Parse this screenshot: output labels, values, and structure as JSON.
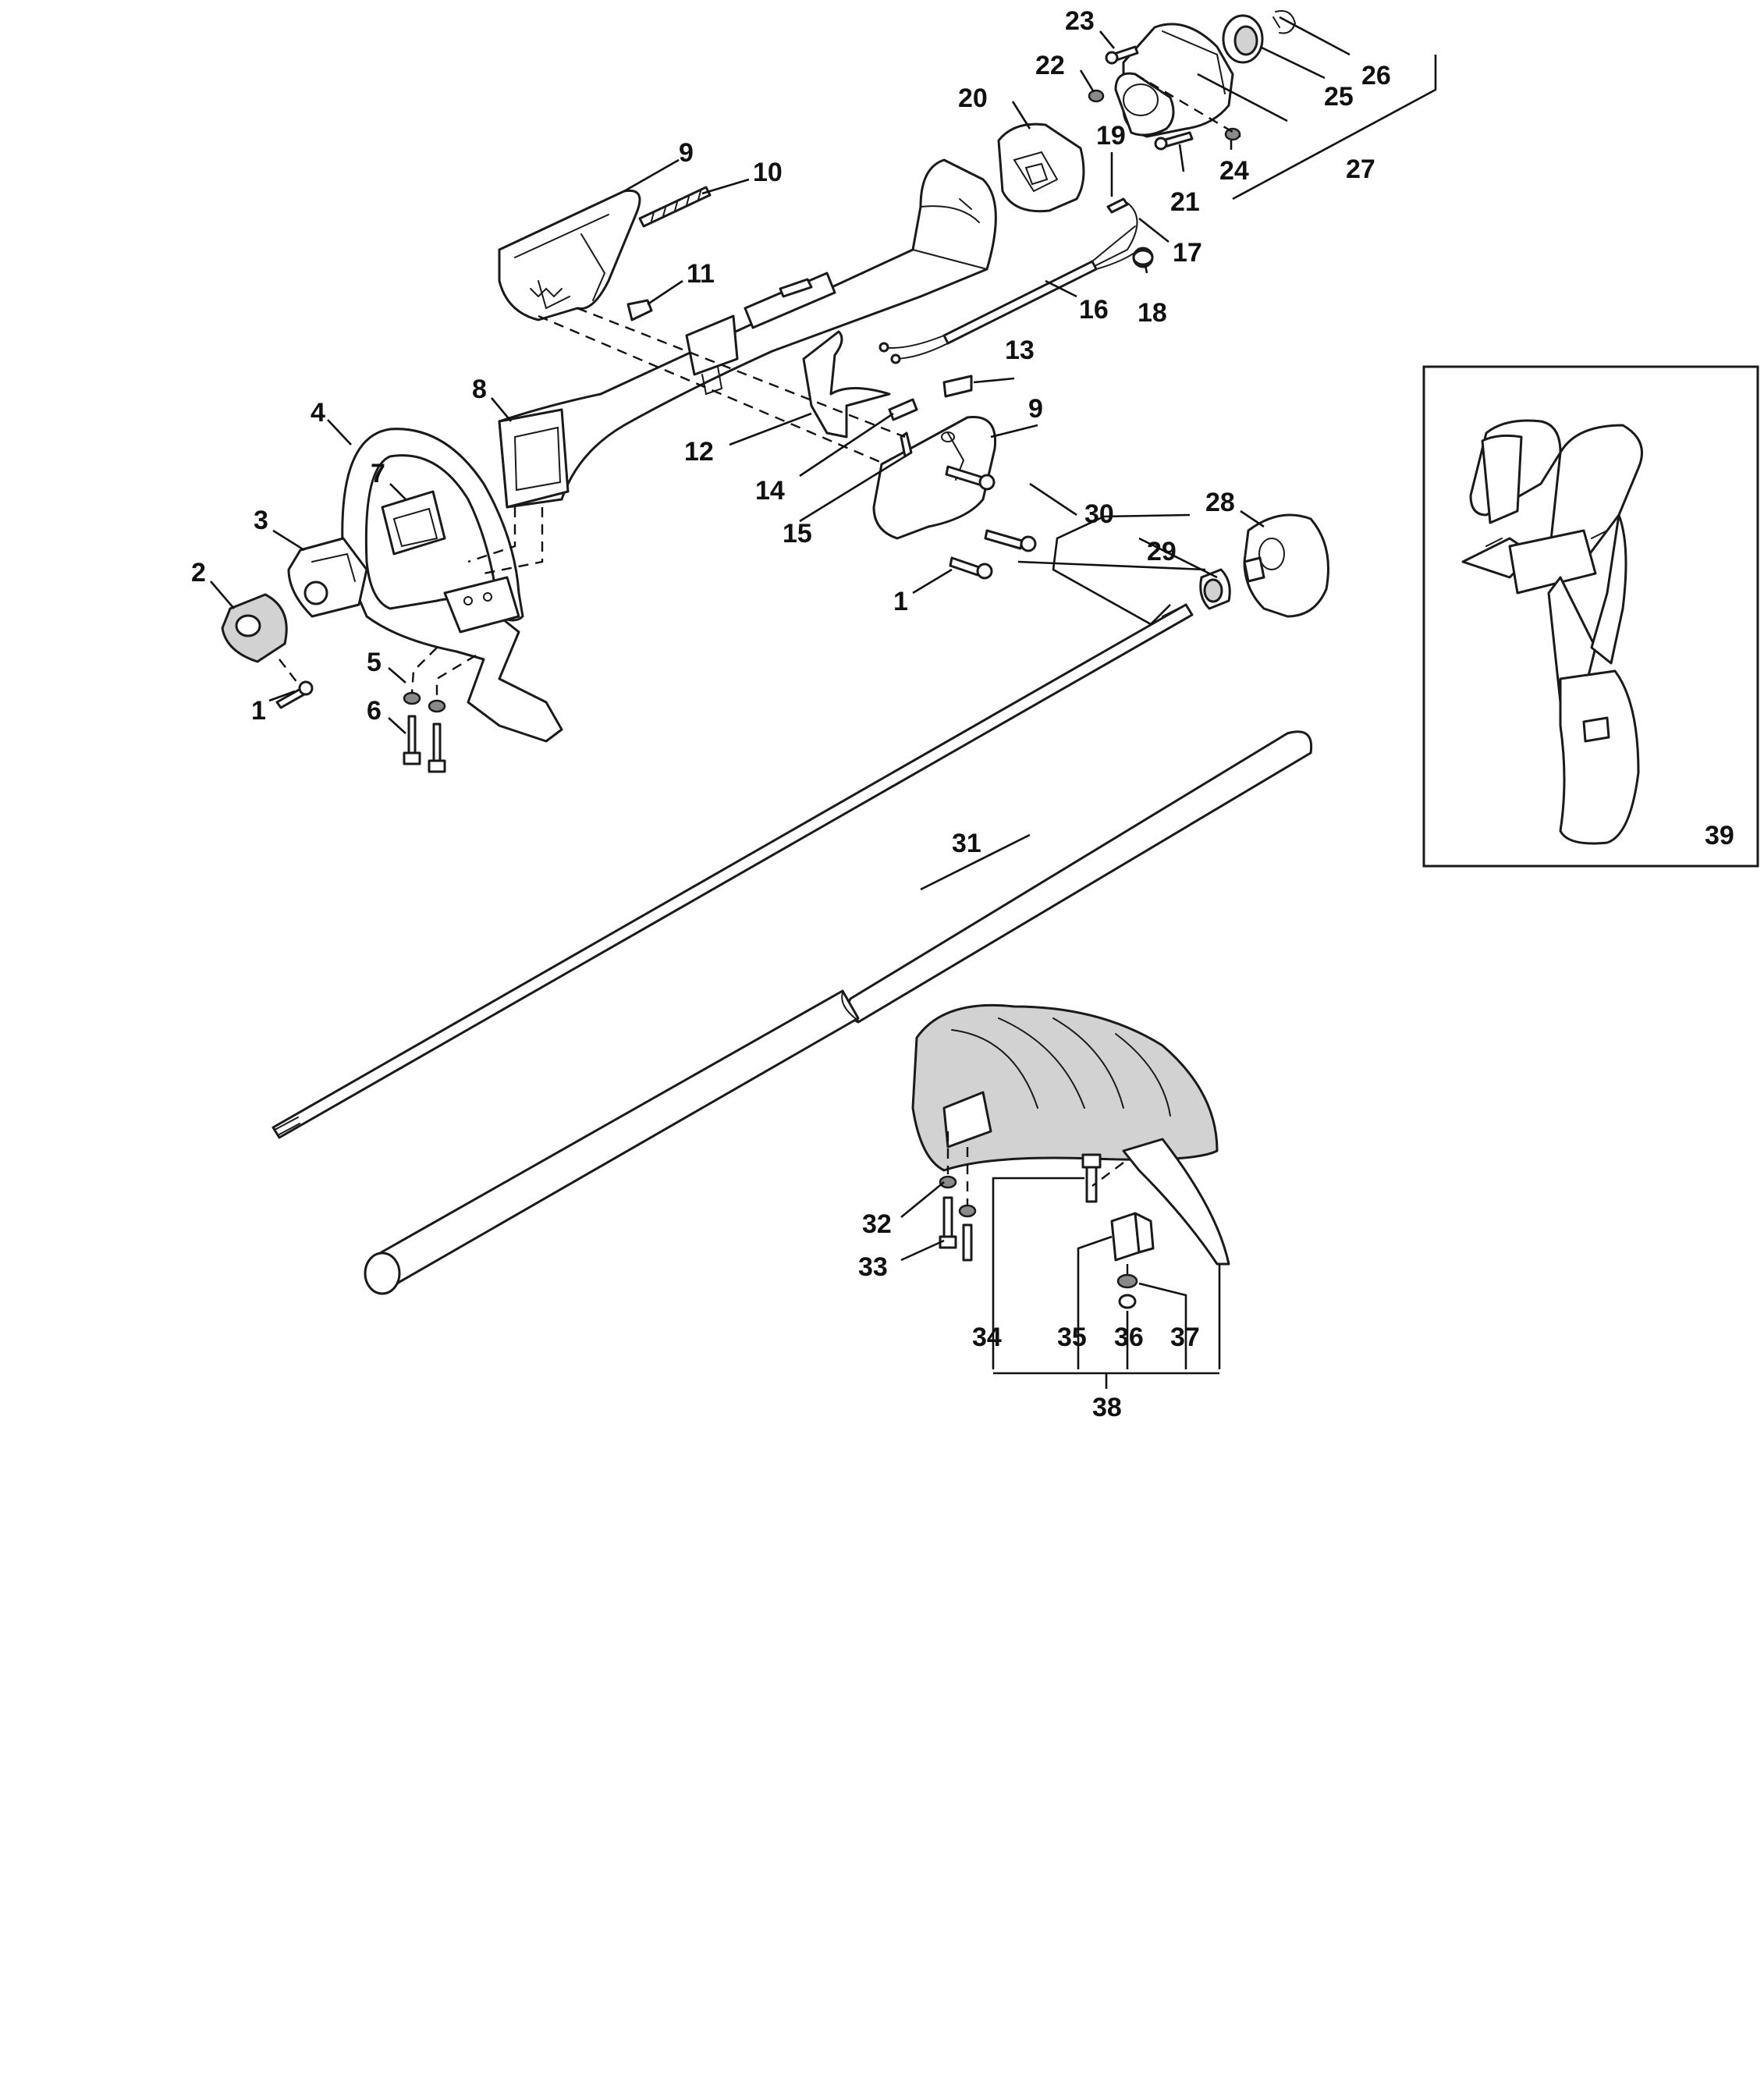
{
  "callouts": {
    "c1": "1",
    "c1b": "1",
    "c2": "2",
    "c3": "3",
    "c4": "4",
    "c5": "5",
    "c6": "6",
    "c7": "7",
    "c8": "8",
    "c9": "9",
    "c9b": "9",
    "c10": "10",
    "c11": "11",
    "c12": "12",
    "c13": "13",
    "c14": "14",
    "c15": "15",
    "c16": "16",
    "c17": "17",
    "c18": "18",
    "c19": "19",
    "c20": "20",
    "c21": "21",
    "c22": "22",
    "c23": "23",
    "c24": "24",
    "c25": "25",
    "c26": "26",
    "c27": "27",
    "c28": "28",
    "c29": "29",
    "c30": "30",
    "c31": "31",
    "c32": "32",
    "c33": "33",
    "c34": "34",
    "c35": "35",
    "c36": "36",
    "c37": "37",
    "c38": "38",
    "c39": "39"
  }
}
